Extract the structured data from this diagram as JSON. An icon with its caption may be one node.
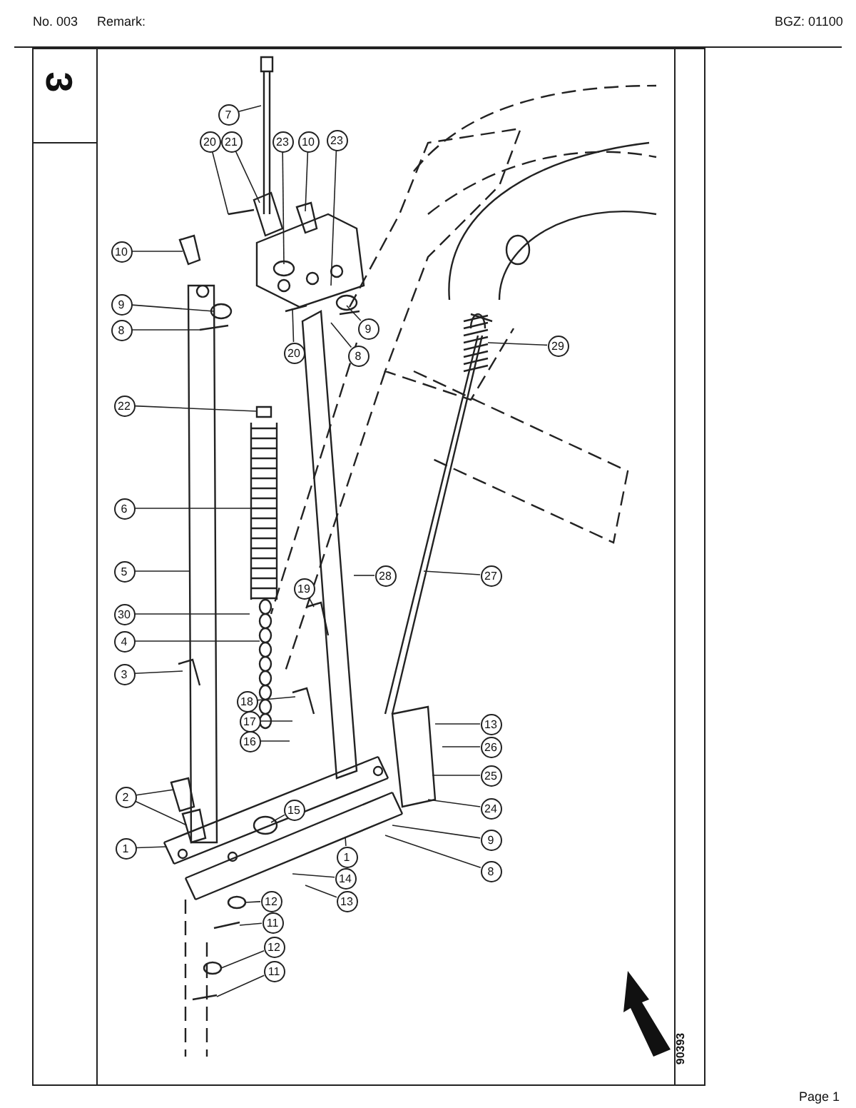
{
  "diagram": {
    "nodes": [
      {
        "text": [
          "7"
        ]
      },
      {
        "text": [
          "20"
        ]
      },
      {
        "text": [
          "21"
        ]
      },
      {
        "text": [
          "23"
        ]
      },
      {
        "text": [
          "10"
        ]
      },
      {
        "text": [
          "23"
        ]
      },
      {
        "text": [
          "10"
        ]
      },
      {
        "text": [
          "9"
        ]
      },
      {
        "text": [
          "8"
        ]
      },
      {
        "text": [
          "20"
        ]
      },
      {
        "text": [
          "9"
        ]
      },
      {
        "text": [
          "8"
        ]
      },
      {
        "text": [
          "29"
        ]
      },
      {
        "text": [
          "22"
        ]
      },
      {
        "text": [
          "6"
        ]
      },
      {
        "text": [
          "5"
        ]
      },
      {
        "text": [
          "28"
        ]
      },
      {
        "text": [
          "27"
        ]
      },
      {
        "text": [
          "30"
        ]
      },
      {
        "text": [
          "19"
        ]
      },
      {
        "text": [
          "4"
        ]
      },
      {
        "text": [
          "3"
        ]
      },
      {
        "text": [
          "18"
        ]
      },
      {
        "text": [
          "13"
        ]
      },
      {
        "text": [
          "17"
        ]
      },
      {
        "text": [
          "16"
        ]
      },
      {
        "text": [
          "26"
        ]
      },
      {
        "text": [
          "25"
        ]
      },
      {
        "text": [
          "2"
        ]
      },
      {
        "text": [
          "24"
        ]
      },
      {
        "text": [
          "15"
        ]
      },
      {
        "text": [
          "1"
        ]
      },
      {
        "text": [
          "9"
        ]
      },
      {
        "text": [
          "1"
        ]
      },
      {
        "text": [
          "8"
        ]
      },
      {
        "text": [
          "14"
        ]
      },
      {
        "text": [
          "13"
        ]
      },
      {
        "text": [
          "12"
        ]
      },
      {
        "text": [
          "11"
        ]
      },
      {
        "text": [
          "12"
        ]
      },
      {
        "text": [
          "11"
        ]
      }
    ],
    "edges": [
      {
        "from": 0,
        "to": null,
        "arrow": "none"
      },
      {
        "from": 1,
        "to": null,
        "arrow": "none"
      },
      {
        "from": 2,
        "to": null,
        "arrow": "none"
      },
      {
        "from": 3,
        "to": null,
        "arrow": "none"
      },
      {
        "from": 4,
        "to": null,
        "arrow": "none"
      },
      {
        "from": 5,
        "to": null,
        "arrow": "none"
      },
      {
        "from": 6,
        "to": null,
        "arrow": "none"
      },
      {
        "from": 7,
        "to": null,
        "arrow": "none"
      },
      {
        "from": 8,
        "to": null,
        "arrow": "none"
      },
      {
        "from": 9,
        "to": null,
        "arrow": "none"
      },
      {
        "from": 10,
        "to": null,
        "arrow": "none"
      },
      {
        "from": 11,
        "to": null,
        "arrow": "none"
      },
      {
        "from": 12,
        "to": null,
        "arrow": "none"
      },
      {
        "from": 13,
        "to": null,
        "arrow": "none"
      },
      {
        "from": 14,
        "to": null,
        "arrow": "none"
      },
      {
        "from": 15,
        "to": null,
        "arrow": "none"
      },
      {
        "from": 16,
        "to": null,
        "arrow": "none"
      },
      {
        "from": 17,
        "to": null,
        "arrow": "none"
      },
      {
        "from": 18,
        "to": null,
        "arrow": "none"
      },
      {
        "from": 19,
        "to": null,
        "arrow": "none"
      },
      {
        "from": 20,
        "to": null,
        "arrow": "none"
      },
      {
        "from": 21,
        "to": null,
        "arrow": "none"
      },
      {
        "from": 22,
        "to": null,
        "arrow": "none"
      },
      {
        "from": 23,
        "to": null,
        "arrow": "none"
      },
      {
        "from": 24,
        "to": null,
        "arrow": "none"
      },
      {
        "from": 25,
        "to": null,
        "arrow": "none"
      },
      {
        "from": 26,
        "to": null,
        "arrow": "none"
      },
      {
        "from": 27,
        "to": null,
        "arrow": "none"
      },
      {
        "from": 28,
        "to": null,
        "arrow": "none"
      },
      {
        "from": 28,
        "to": null,
        "arrow": "none"
      },
      {
        "from": 29,
        "to": null,
        "arrow": "none"
      },
      {
        "from": 30,
        "to": null,
        "arrow": "none"
      },
      {
        "from": 31,
        "to": null,
        "arrow": "none"
      },
      {
        "from": 32,
        "to": null,
        "arrow": "none"
      },
      {
        "from": 33,
        "to": null,
        "arrow": "none"
      },
      {
        "from": 34,
        "to": null,
        "arrow": "none"
      },
      {
        "from": 35,
        "to": null,
        "arrow": "none"
      },
      {
        "from": 36,
        "to": null,
        "arrow": "none"
      },
      {
        "from": 37,
        "to": null,
        "arrow": "none"
      },
      {
        "from": 38,
        "to": null,
        "arrow": "none"
      },
      {
        "from": 39,
        "to": null,
        "arrow": "none"
      },
      {
        "from": 40,
        "to": null,
        "arrow": "none"
      }
    ],
    "labels": [
      "No. 003",
      "Remark:",
      "BGZ: 01100",
      "3",
      "90393",
      "Page 1"
    ]
  }
}
